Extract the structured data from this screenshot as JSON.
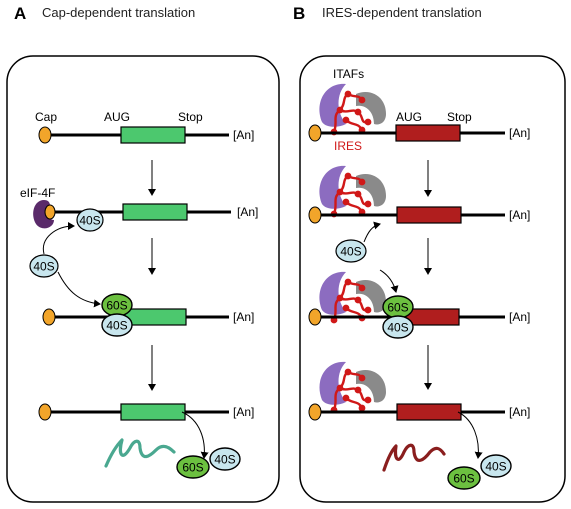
{
  "colors": {
    "cds_green": "#4cc86e",
    "cds_red": "#b01e1e",
    "cap_orange": "#f2a52a",
    "ribo_40s": "#c8e6ee",
    "ribo_60s": "#6cc040",
    "eif4f_purple": "#5a2a6a",
    "itaf_purple": "#8c6cc0",
    "itaf_grey": "#8a8a8a",
    "ires_red": "#d01818",
    "peptide_teal": "#4aa890",
    "peptide_darkred": "#8a1e1e"
  },
  "panelA": {
    "letter": "A",
    "title": "Cap-dependent translation",
    "cap": "Cap",
    "aug": "AUG",
    "stop": "Stop",
    "polyA": [
      "[An]",
      "[An]",
      "[An]",
      "[An]"
    ],
    "eif4f": "eIF-4F",
    "ribosomes": {
      "row2_bound": "40S",
      "row2_free": "40S",
      "row3_large": "60S",
      "row3_small": "40S",
      "row4_large": "60S",
      "row4_small": "40S"
    }
  },
  "panelB": {
    "letter": "B",
    "title": "IRES-dependent translation",
    "itafs": "ITAFs",
    "ires": "IRES",
    "aug": "AUG",
    "stop": "Stop",
    "polyA": [
      "[An]",
      "[An]",
      "[An]",
      "[An]"
    ],
    "ribosomes": {
      "row2_free": "40S",
      "row3_large": "60S",
      "row3_small": "40S",
      "row4_large": "60S",
      "row4_small": "40S"
    }
  }
}
